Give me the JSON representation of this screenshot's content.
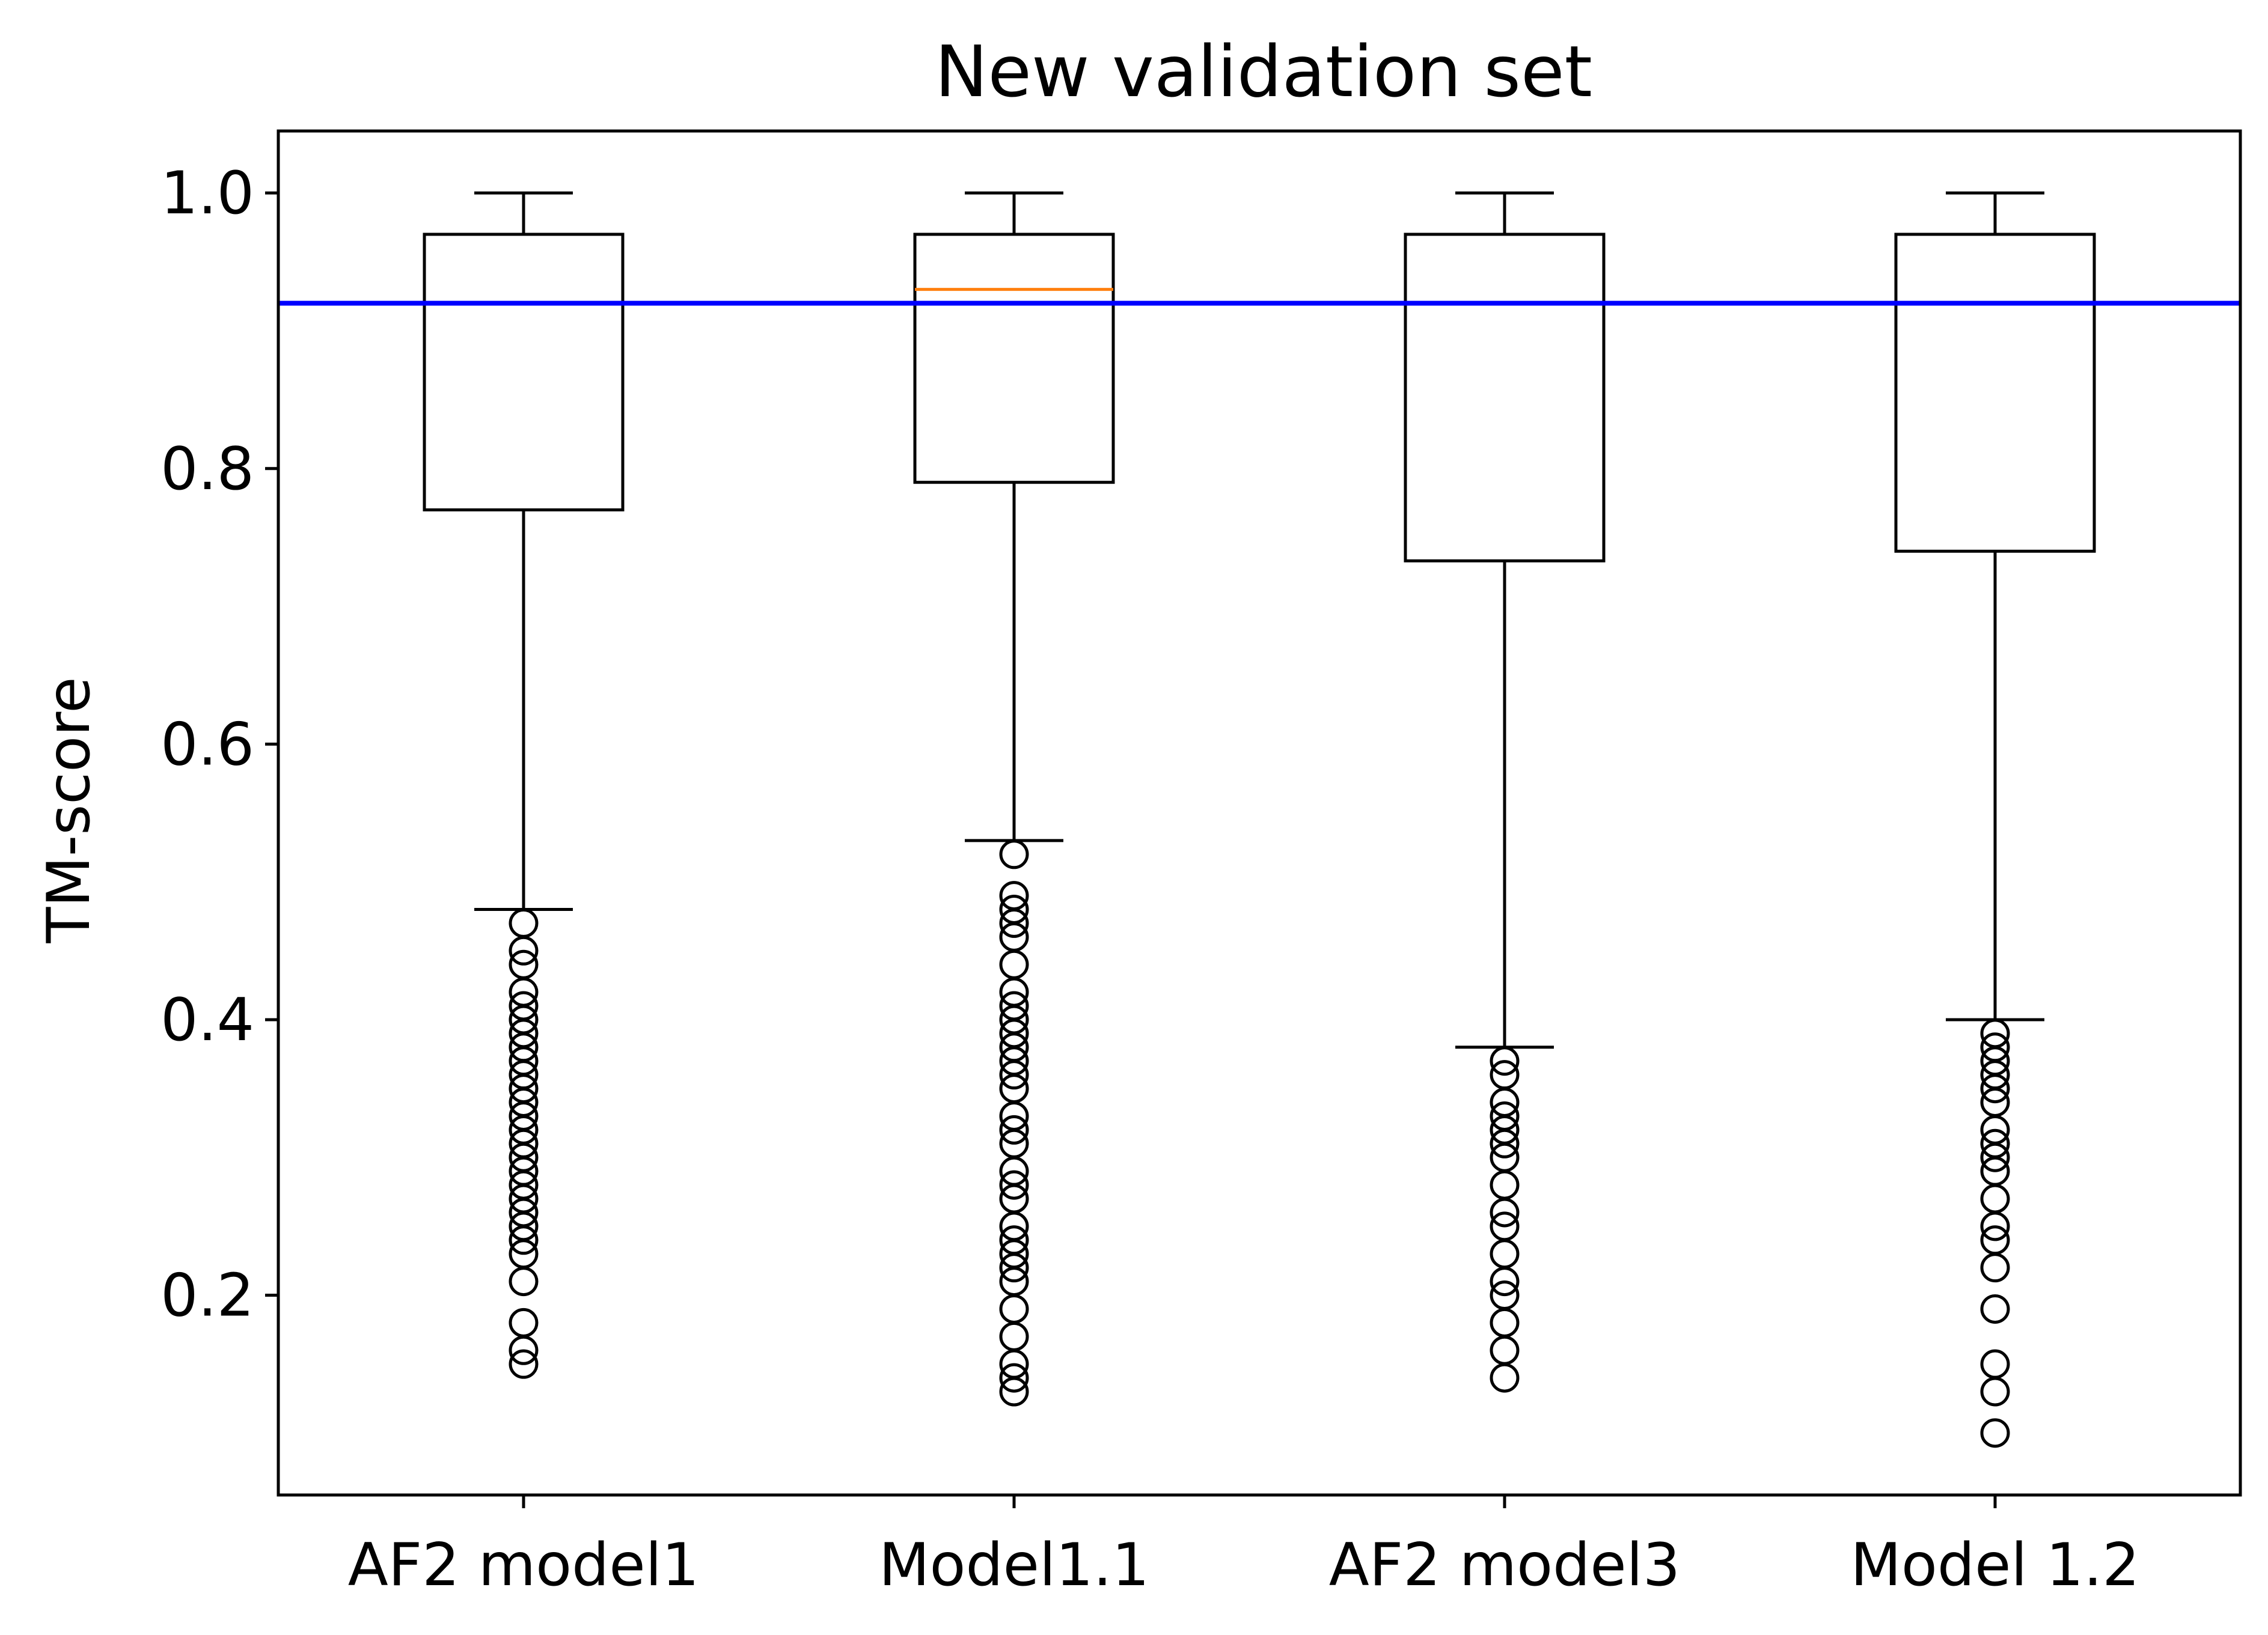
{
  "chart_data": {
    "type": "box",
    "title": "New validation set",
    "xlabel": "",
    "ylabel": "TM-score",
    "ylim": [
      0.055,
      1.045
    ],
    "yticks": [
      "0.2",
      "0.4",
      "0.6",
      "0.8",
      "1.0"
    ],
    "ytick_values": [
      0.2,
      0.4,
      0.6,
      0.8,
      1.0
    ],
    "reference_line": {
      "y": 0.92,
      "color": "#0000ff"
    },
    "colors": {
      "box": "#000000",
      "median": "#ff7f0e",
      "reference": "#0000ff"
    },
    "categories": [
      "AF2 model1",
      "Model1.1",
      "AF2 model3",
      "Model 1.2"
    ],
    "boxes": [
      {
        "label": "AF2 model1",
        "whisker_low": 0.48,
        "q1": 0.77,
        "median": 0.92,
        "q3": 0.97,
        "whisker_high": 1.0,
        "outliers": [
          0.47,
          0.45,
          0.44,
          0.42,
          0.41,
          0.4,
          0.39,
          0.38,
          0.37,
          0.36,
          0.35,
          0.34,
          0.33,
          0.32,
          0.31,
          0.3,
          0.29,
          0.28,
          0.27,
          0.26,
          0.25,
          0.24,
          0.23,
          0.21,
          0.18,
          0.16,
          0.15
        ]
      },
      {
        "label": "Model1.1",
        "whisker_low": 0.53,
        "q1": 0.79,
        "median": 0.93,
        "q3": 0.97,
        "whisker_high": 1.0,
        "outliers": [
          0.52,
          0.49,
          0.48,
          0.47,
          0.46,
          0.44,
          0.42,
          0.41,
          0.4,
          0.39,
          0.38,
          0.37,
          0.36,
          0.35,
          0.33,
          0.32,
          0.31,
          0.29,
          0.28,
          0.27,
          0.25,
          0.24,
          0.23,
          0.22,
          0.21,
          0.19,
          0.17,
          0.15,
          0.14,
          0.13
        ]
      },
      {
        "label": "AF2 model3",
        "whisker_low": 0.38,
        "q1": 0.733,
        "median": 0.92,
        "q3": 0.97,
        "whisker_high": 1.0,
        "outliers": [
          0.37,
          0.36,
          0.34,
          0.33,
          0.32,
          0.31,
          0.3,
          0.28,
          0.26,
          0.25,
          0.23,
          0.21,
          0.2,
          0.18,
          0.16,
          0.14
        ]
      },
      {
        "label": "Model 1.2",
        "whisker_low": 0.4,
        "q1": 0.74,
        "median": 0.92,
        "q3": 0.97,
        "whisker_high": 1.0,
        "outliers": [
          0.39,
          0.38,
          0.37,
          0.36,
          0.35,
          0.34,
          0.32,
          0.31,
          0.3,
          0.29,
          0.27,
          0.25,
          0.24,
          0.22,
          0.19,
          0.15,
          0.13,
          0.1
        ]
      }
    ]
  }
}
